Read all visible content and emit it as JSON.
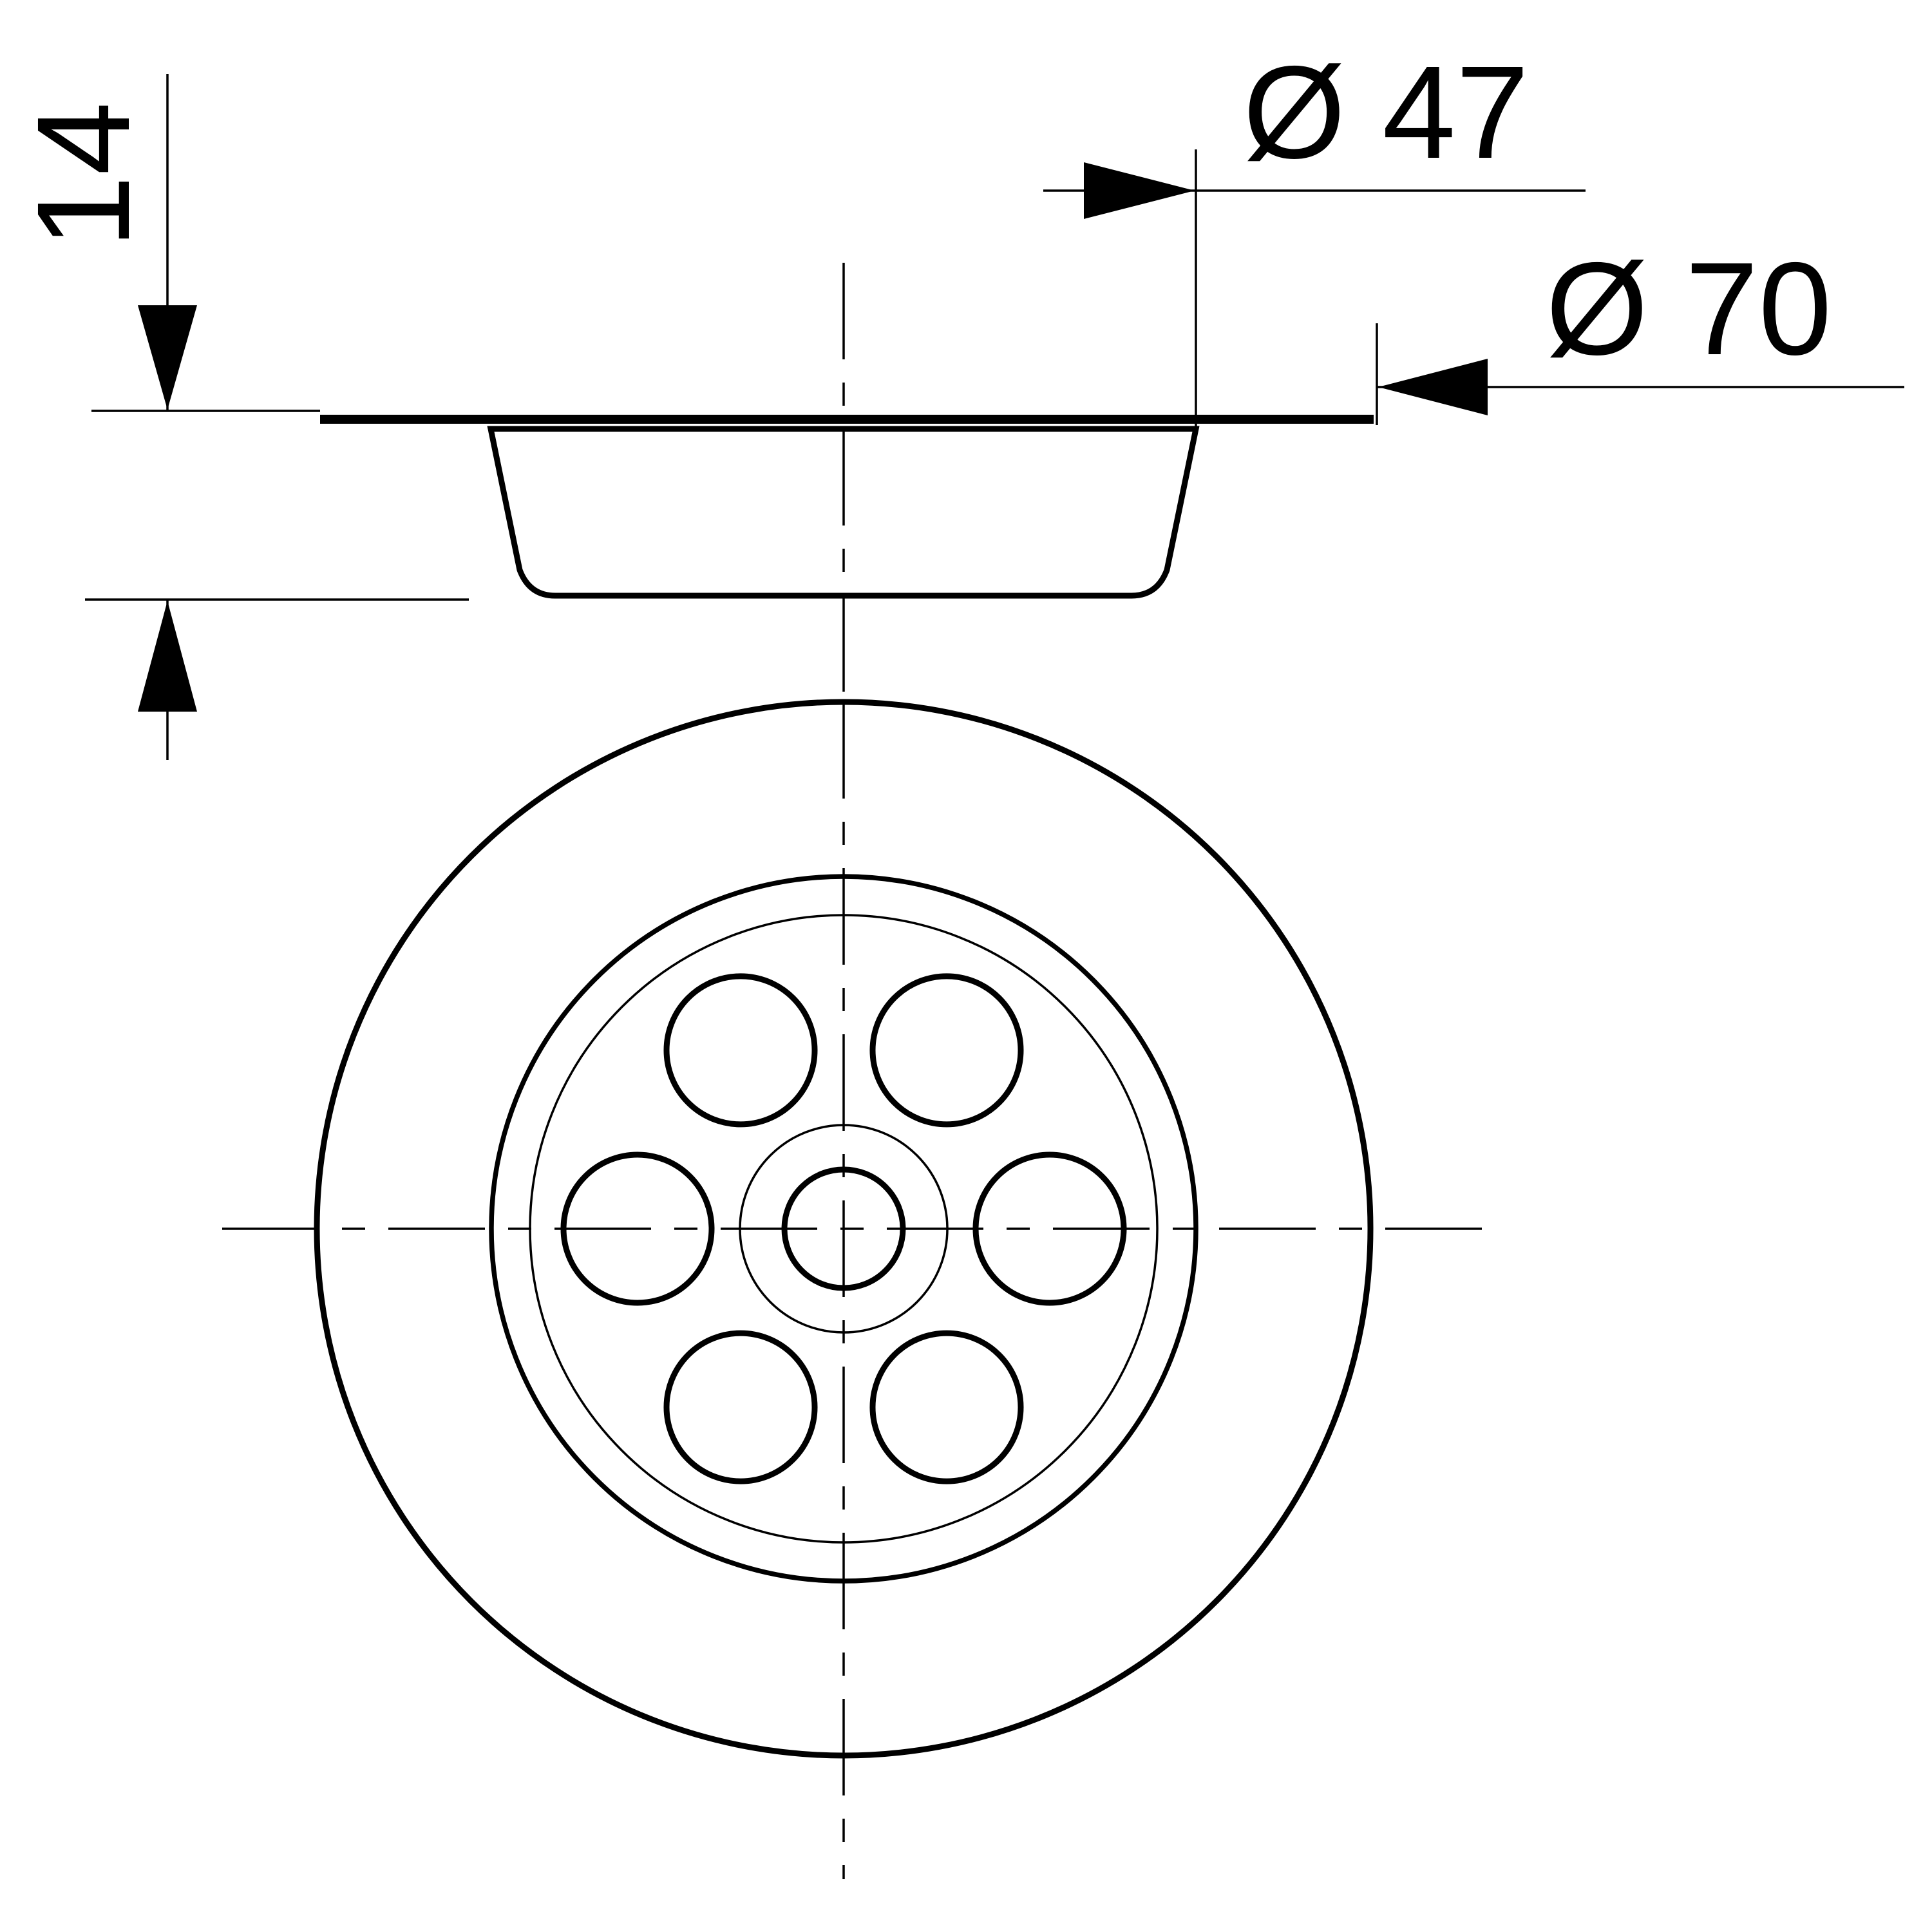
{
  "drawing": {
    "dimensions": {
      "height_label": "14",
      "inner_diameter_label": "Ø 47",
      "outer_diameter_label": "Ø 70"
    },
    "plan_view": {
      "drain_hole_count": 6
    }
  }
}
